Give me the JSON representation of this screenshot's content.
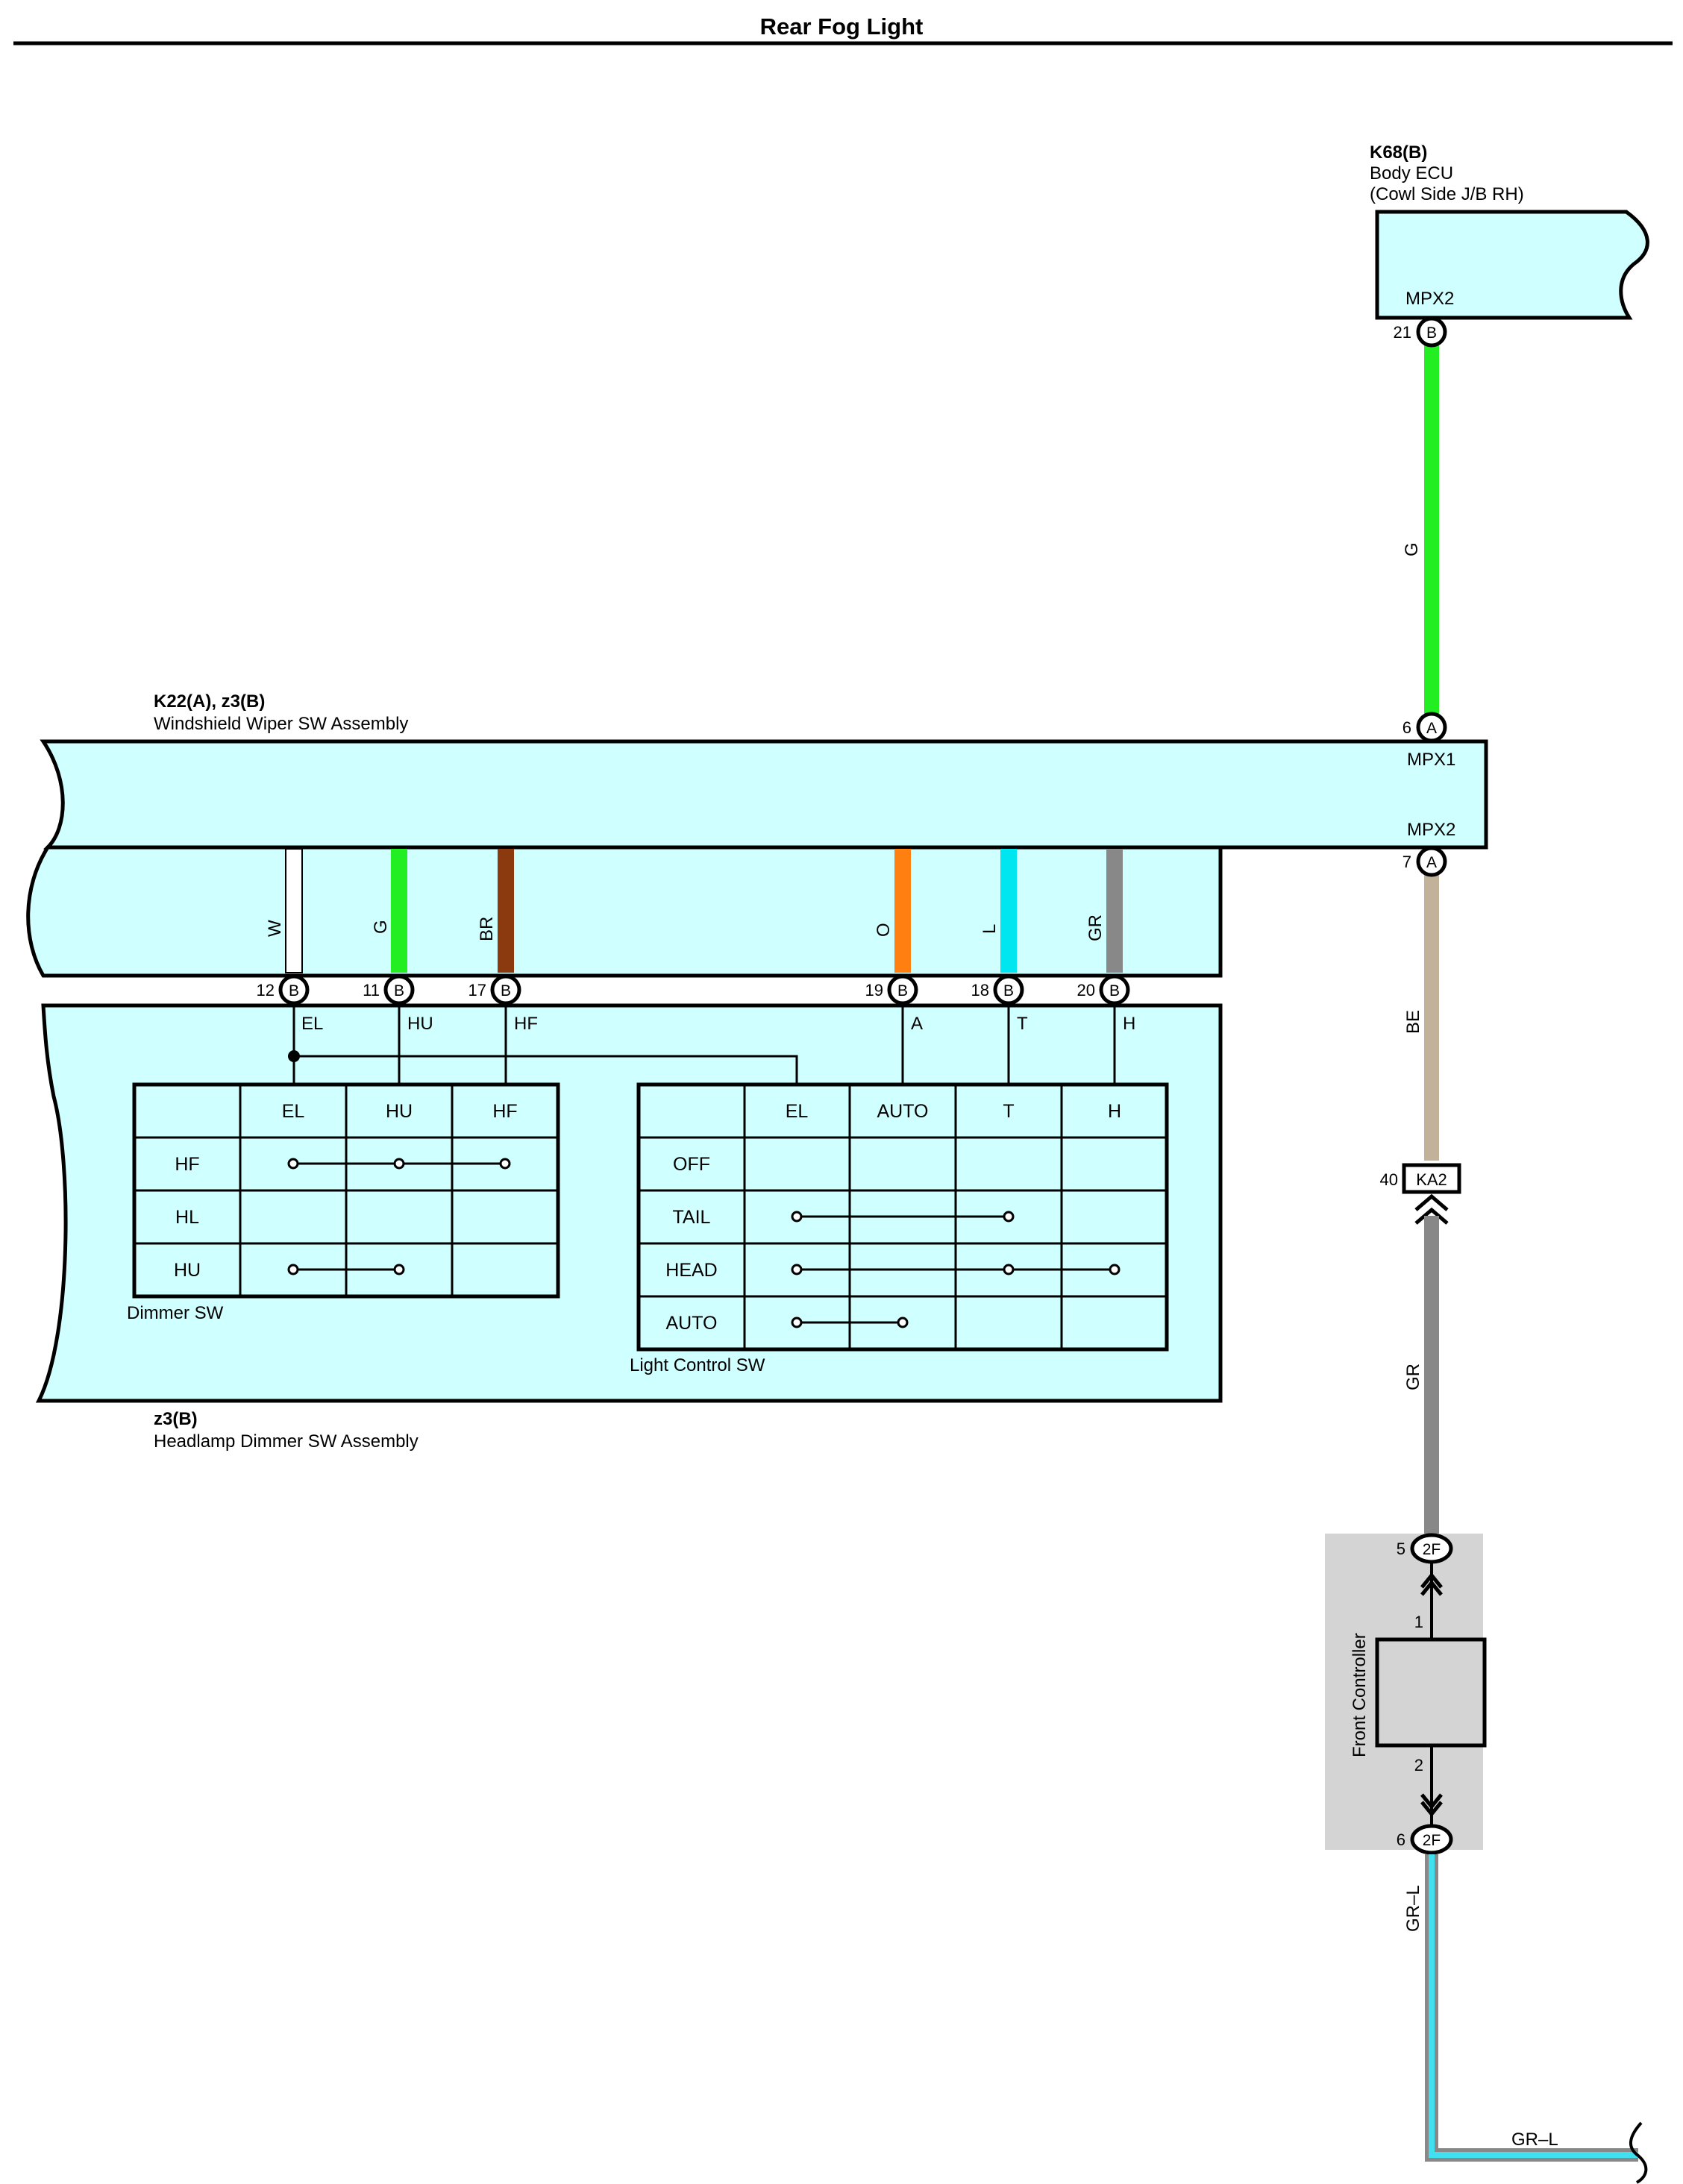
{
  "title": "Rear Fog Light",
  "body_ecu": {
    "code": "K68(B)",
    "name": "Body ECU",
    "location": "(Cowl Side J/B RH)",
    "terminal": "MPX2",
    "pin": "21",
    "conn": "B"
  },
  "wiper_assembly": {
    "code": "K22(A), z3(B)",
    "name": "Windshield Wiper SW Assembly",
    "terminal_top": "MPX1",
    "terminal_bottom": "MPX2",
    "pin_top": "6",
    "pin_bottom": "7",
    "conn": "A"
  },
  "dimmer_assembly": {
    "code": "z3(B)",
    "name": "Headlamp Dimmer SW Assembly"
  },
  "wire_colors": {
    "G": "#22ee22",
    "W": "#ffffff",
    "BR": "#8b3a0f",
    "O": "#ff8010",
    "L": "#00e6f0",
    "GR": "#888888",
    "BE": "#c2b29a",
    "GR_L_outer": "#888888",
    "GR_L_inner": "#40e0f0",
    "assembly_fill": "#d0ffff",
    "controller_fill": "#d4d4d4"
  },
  "wires": {
    "g_main": "G",
    "be": "BE",
    "gr": "GR",
    "grl_vertical": "GR–L",
    "grl_horizontal": "GR–L"
  },
  "switch_pins": [
    {
      "pin": "12",
      "conn": "B",
      "color": "W",
      "func": "EL"
    },
    {
      "pin": "11",
      "conn": "B",
      "color": "G",
      "func": "HU"
    },
    {
      "pin": "17",
      "conn": "B",
      "color": "BR",
      "func": "HF"
    },
    {
      "pin": "19",
      "conn": "B",
      "color": "O",
      "func": "A"
    },
    {
      "pin": "18",
      "conn": "B",
      "color": "L",
      "func": "T"
    },
    {
      "pin": "20",
      "conn": "B",
      "color": "GR",
      "func": "H"
    }
  ],
  "dimmer_sw": {
    "caption": "Dimmer SW",
    "headers": [
      "EL",
      "HU",
      "HF"
    ],
    "rows": [
      "HF",
      "HL",
      "HU"
    ]
  },
  "light_control_sw": {
    "caption": "Light Control SW",
    "headers": [
      "EL",
      "AUTO",
      "T",
      "H"
    ],
    "rows": [
      "OFF",
      "TAIL",
      "HEAD",
      "AUTO"
    ]
  },
  "ka2": {
    "pin": "40",
    "label": "KA2"
  },
  "front_controller": {
    "label": "Front Controller",
    "pin_top_inner": "1",
    "pin_bottom_inner": "2",
    "connector": "2F",
    "pin_top": "5",
    "pin_bottom": "6"
  }
}
